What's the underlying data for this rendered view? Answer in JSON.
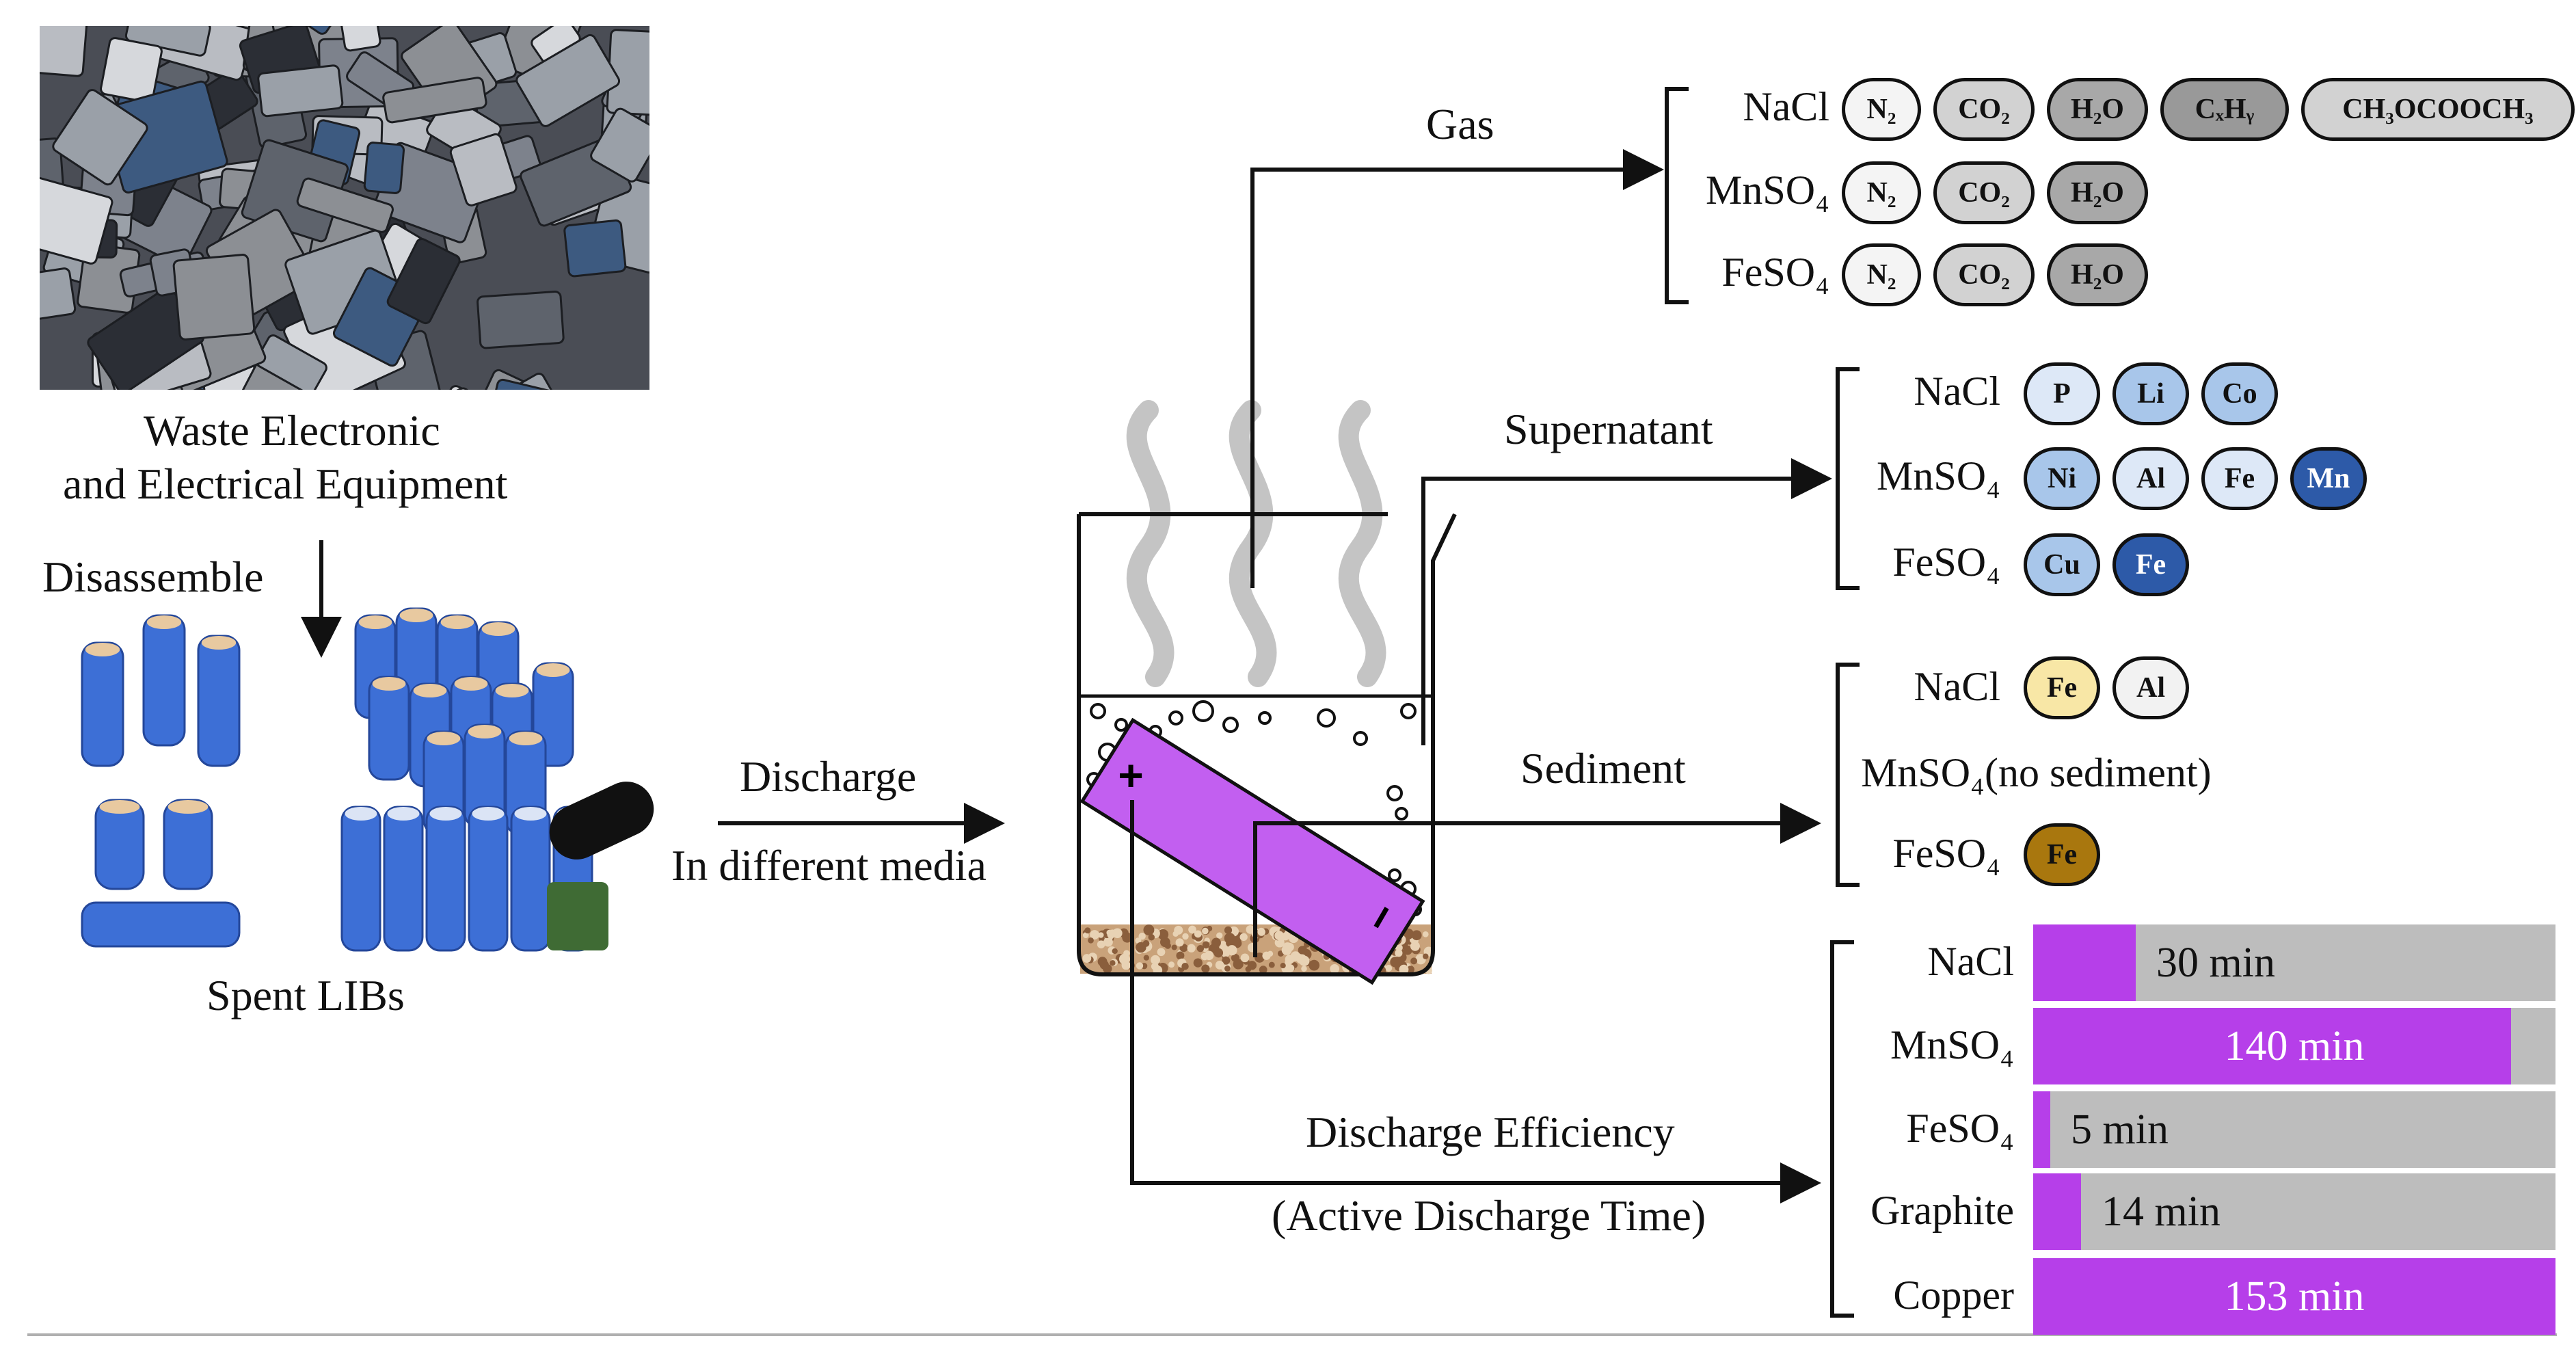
{
  "left": {
    "weee_line1": "Waste Electronic",
    "weee_line2": "and Electrical Equipment",
    "disassemble": "Disassemble",
    "spent_libs": "Spent LIBs",
    "discharge": "Discharge",
    "media": "In different media"
  },
  "center": {
    "positive_sign": "+",
    "negative_sign": "−"
  },
  "gas": {
    "label": "Gas",
    "rows": [
      {
        "medium": "NaCl",
        "species": [
          "N₂",
          "CO₂",
          "H₂O",
          "CₓHᵧ",
          "CH₃OCOOCH₃"
        ]
      },
      {
        "medium": "MnSO₄",
        "species": [
          "N₂",
          "CO₂",
          "H₂O"
        ]
      },
      {
        "medium": "FeSO₄",
        "species": [
          "N₂",
          "CO₂",
          "H₂O"
        ]
      }
    ]
  },
  "supernatant": {
    "label": "Supernatant",
    "rows": [
      {
        "medium": "NaCl",
        "species": [
          "P",
          "Li",
          "Co"
        ]
      },
      {
        "medium": "MnSO₄",
        "species": [
          "Ni",
          "Al",
          "Fe",
          "Mn"
        ]
      },
      {
        "medium": "FeSO₄",
        "species": [
          "Cu",
          "Fe"
        ]
      }
    ]
  },
  "sediment": {
    "label": "Sediment",
    "rows": [
      {
        "medium": "NaCl",
        "species": [
          "Fe",
          "Al"
        ]
      },
      {
        "medium": "MnSO₄(no sediment)",
        "species": []
      },
      {
        "medium": "FeSO₄",
        "species": [
          "Fe"
        ]
      }
    ]
  },
  "efficiency": {
    "label_line1": "Discharge Efficiency",
    "label_line2": "(Active Discharge Time)",
    "max_minutes": 153,
    "bars": [
      {
        "medium": "NaCl",
        "minutes": 30,
        "text": "30 min"
      },
      {
        "medium": "MnSO₄",
        "minutes": 140,
        "text": "140 min"
      },
      {
        "medium": "FeSO₄",
        "minutes": 5,
        "text": "5 min"
      },
      {
        "medium": "Graphite",
        "minutes": 14,
        "text": "14 min"
      },
      {
        "medium": "Copper",
        "minutes": 153,
        "text": "153 min"
      }
    ]
  },
  "colors": {
    "bar_fill": "#b63fe9",
    "bar_track": "#bdbdbd",
    "electrode": "#c25ff0",
    "gas_light": "#f4f4f4",
    "gas_mid": "#d2d2d2",
    "gas_dark": "#a8a8a8",
    "sup_light": "#dde8f7",
    "sup_mid": "#a8c6ea",
    "sup_dark": "#2d5aa8",
    "sed_light": "#f8e7a6",
    "sed_dark": "#a9770e"
  }
}
